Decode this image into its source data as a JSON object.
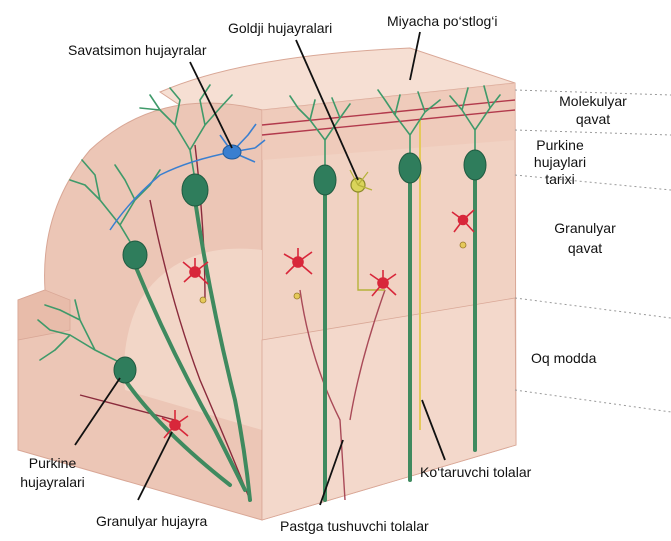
{
  "labels": {
    "cortex": "Miyacha po‘stlog‘i",
    "golgi": "Goldji hujayralari",
    "basket": "Savatsimon hujayralar",
    "molecular_line1": "Molekulyar",
    "molecular_line2": "qavat",
    "purkinje_layer_line1": "Purkine",
    "purkinje_layer_line2": "hujaylari",
    "purkinje_layer_line3": "tarixi",
    "granular_layer_line1": "Granulyar",
    "granular_layer_line2": "qavat",
    "white_matter": "Oq modda",
    "purkinje_cells_line1": "Purkine",
    "purkinje_cells_line2": "hujayralari",
    "granule_cell": "Granulyar hujayra",
    "descending_fibers": "Pastga tushuvchi tolalar",
    "ascending_fibers": "Ko‘taruvchi tolalar"
  },
  "colors": {
    "tissue_light": "#f6ddd0",
    "tissue_mid": "#ecc3b3",
    "tissue_dark": "#d9a796",
    "purkinje": "#2f7d5c",
    "dendrite": "#3f9a6a",
    "granule": "#d8273a",
    "basket": "#3a7fd0",
    "golgi": "#c9c43a",
    "climbing": "#8a2b3c",
    "fiber_yellow": "#e5c95a"
  }
}
